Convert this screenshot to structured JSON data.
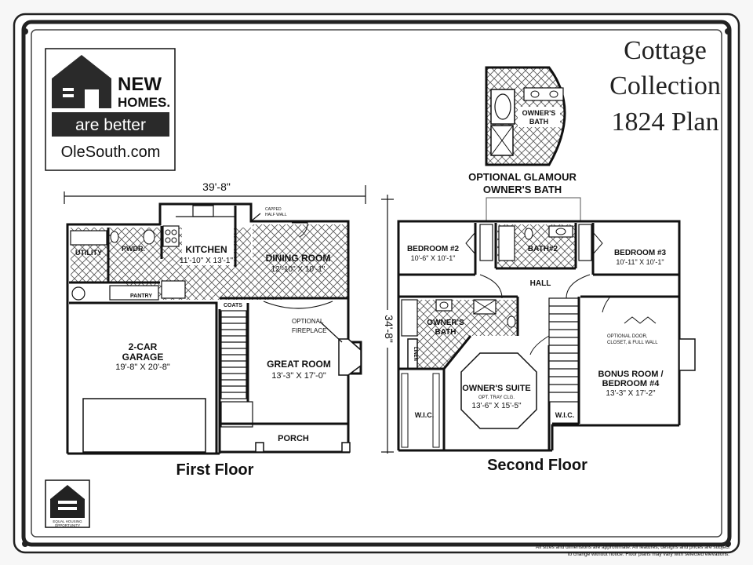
{
  "logo": {
    "line1": "NEW",
    "line2": "HOMES.",
    "line3": "are better",
    "site": "OleSouth.com"
  },
  "collection": {
    "line1": "Cottage",
    "line2": "Collection",
    "line3": "1824 Plan"
  },
  "dimensions": {
    "width": "39'-8\"",
    "depth": "34'-8\""
  },
  "first_floor": {
    "title": "First Floor",
    "rooms": {
      "kitchen": "KITCHEN",
      "kitchen_size": "11'-10\" X 13'-1\"",
      "dining": "DINING ROOM",
      "dining_size": "12'-10\" X 10'-1\"",
      "garage1": "2-CAR",
      "garage2": "GARAGE",
      "garage_size": "19'-8\" X 20'-8\"",
      "great": "GREAT ROOM",
      "great_size": "13'-3\" X 17'-0\"",
      "utility": "UTILITY",
      "pwdr": "PWDR.",
      "pantry": "PANTRY",
      "coats": "COATS",
      "porch": "PORCH",
      "fireplace1": "OPTIONAL",
      "fireplace2": "FIREPLACE",
      "capped1": "CAPPED",
      "capped2": "HALF WALL"
    }
  },
  "second_floor": {
    "title": "Second Floor",
    "rooms": {
      "bed2": "BEDROOM #2",
      "bed2_size": "10'-6\" X 10'-1\"",
      "bath2": "BATH#2",
      "bed3": "BEDROOM #3",
      "bed3_size": "10'-11\" X 10'-1\"",
      "hall": "HALL",
      "owners_bath1": "OWNER'S",
      "owners_bath2": "BATH",
      "owners_suite": "OWNER'S SUITE",
      "tray": "OPT. TRAY CLG.",
      "owners_size": "13'-6\" X 15'-5\"",
      "bonus1": "BONUS ROOM /",
      "bonus2": "BEDROOM #4",
      "bonus_size": "13'-3\" X 17'-2\"",
      "optional_door": "OPTIONAL DOOR,",
      "optional_door2": "CLOSET, & FULL WALL",
      "wic": "W.I.C.",
      "wic2": "W.I.C.",
      "linen": "LINEN"
    }
  },
  "glamour": {
    "line1": "OPTIONAL GLAMOUR",
    "line2": "OWNER'S BATH",
    "bath1": "OWNER'S",
    "bath2": "BATH"
  },
  "equal_housing": {
    "line1": "EQUAL HOUSING",
    "line2": "OPPORTUNITY"
  },
  "disclaimer": {
    "line1": "All sizes and dimensions are approximate. All features, designs and prices are subject",
    "line2": "to change without notice. Floor plans may vary with selected elevations."
  }
}
